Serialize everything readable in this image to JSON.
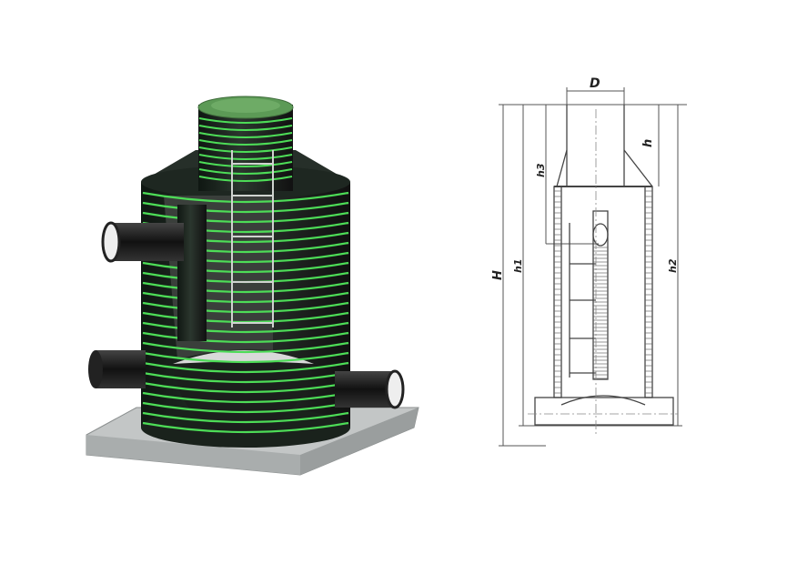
{
  "drawing": {
    "labels": {
      "diameter": "D",
      "neck_height": "h",
      "h3": "h3",
      "total_height": "H",
      "h1": "h1",
      "h2": "h2"
    }
  },
  "colors": {
    "body": "#1f2a22",
    "stripe": "#4ddc57",
    "lid": "#4f8f4a",
    "base": "#b8bcbc"
  }
}
